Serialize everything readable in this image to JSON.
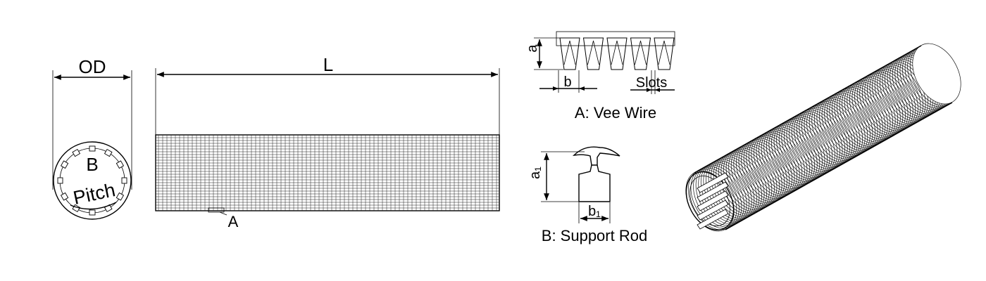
{
  "end_view": {
    "dimension_label": "OD",
    "rod_label": "B",
    "pitch_label": "Pitch"
  },
  "side_view": {
    "length_label": "L",
    "detail_label": "A"
  },
  "vee_wire_detail": {
    "height_label": "a",
    "width_label": "b",
    "slots_label": "Slots",
    "caption": "A: Vee Wire"
  },
  "support_rod_detail": {
    "height_label": "a₁",
    "width_label": "b₁",
    "caption": "B: Support Rod"
  }
}
